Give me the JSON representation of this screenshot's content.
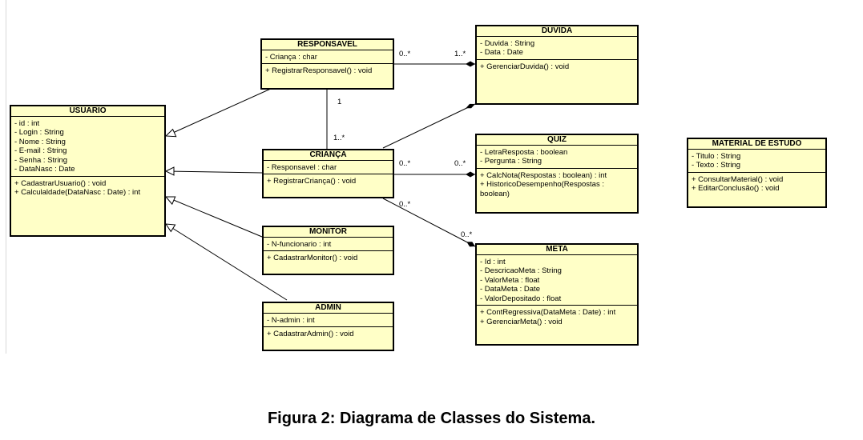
{
  "classes": {
    "usuario": {
      "name": "USUARIO",
      "attributes": [
        "- id : int",
        "- Login : String",
        "- Nome : String",
        "- E-mail : String",
        "- Senha : String",
        "- DataNasc : Date"
      ],
      "methods": [
        "+ CadastrarUsuario() : void",
        "+ Calculaldade(DataNasc : Date) : int"
      ]
    },
    "responsavel": {
      "name": "RESPONSAVEL",
      "attributes": [
        "- Criança : char"
      ],
      "methods": [
        "+ RegistrarResponsavel() : void"
      ]
    },
    "crianca": {
      "name": "CRIANÇA",
      "attributes": [
        "- Responsavel : char"
      ],
      "methods": [
        "+ RegistrarCriança() : void"
      ]
    },
    "monitor": {
      "name": "MONITOR",
      "attributes": [
        "- N-funcionario : int"
      ],
      "methods": [
        "+ CadastrarMonitor() : void"
      ]
    },
    "admin": {
      "name": "ADMIN",
      "attributes": [
        "- N-admin : int"
      ],
      "methods": [
        "+ CadastrarAdmin() : void"
      ]
    },
    "duvida": {
      "name": "DUVIDA",
      "attributes": [
        "- Duvida : String",
        "- Data : Date"
      ],
      "methods": [
        "+ GerenciarDuvida() : void"
      ]
    },
    "quiz": {
      "name": "QUIZ",
      "attributes": [
        "- LetraResposta : boolean",
        "- Pergunta : String"
      ],
      "methods": [
        "+ CalcNota(Respostas : boolean) : int",
        "+ HistoricoDesempenho(Respostas : boolean)"
      ]
    },
    "meta": {
      "name": "META",
      "attributes": [
        "- Id : int",
        "- DescricaoMeta : String",
        "- ValorMeta : float",
        "- DataMeta : Date",
        "- ValorDepositado : float"
      ],
      "methods": [
        "+ ContRegressiva(DataMeta : Date) : int",
        "+ GerenciarMeta() : void"
      ]
    },
    "material": {
      "name": "MATERIAL DE ESTUDO",
      "attributes": [
        "- Titulo : String",
        "- Texto : String"
      ],
      "methods": [
        "+ ConsultarMaterial() : void",
        "+ EditarConclusão() : void"
      ]
    }
  },
  "multiplicities": {
    "resp_duvida_src": "0..*",
    "resp_duvida_dst": "1..*",
    "resp_crianca_src": "1",
    "resp_crianca_dst": "1..*",
    "crianca_quiz_src": "0..*",
    "crianca_quiz_dst": "0..*",
    "crianca_meta_src": "0..*",
    "crianca_meta_dst": "0..*"
  },
  "caption": "Figura 2: Diagrama de Classes do Sistema."
}
